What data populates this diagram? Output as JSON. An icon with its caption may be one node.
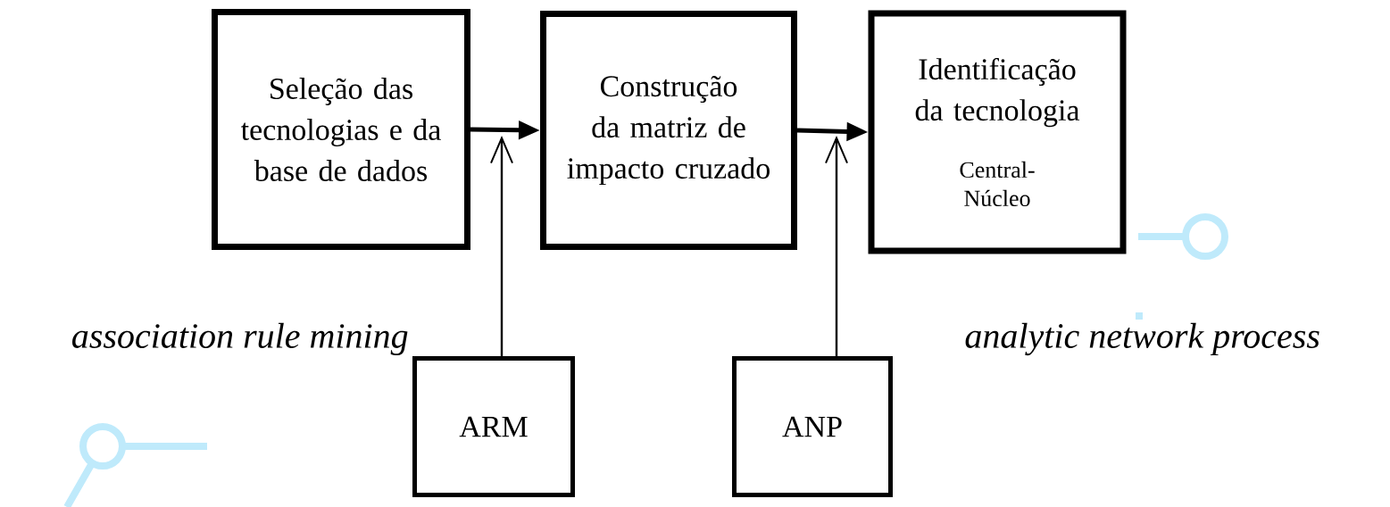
{
  "diagram": {
    "nodes": [
      {
        "text": [
          "Seleção das tecnologias e da base de dados"
        ]
      },
      {
        "text": [
          "Construção da matriz de impacto cruzado"
        ]
      },
      {
        "text": [
          "Identificação da tecnologia",
          "Central- Núcleo"
        ]
      },
      {
        "text": [
          "ARM"
        ],
        "beside": [
          "association rule mining"
        ]
      },
      {
        "text": [
          "ANP"
        ],
        "beside": [
          "analytic network process"
        ]
      }
    ],
    "edges": [
      {
        "from": 0,
        "to": 1,
        "arrow": "to",
        "style": "thick"
      },
      {
        "from": 1,
        "to": 2,
        "arrow": "to",
        "style": "thick"
      },
      {
        "from": 3,
        "to": null,
        "arrow": "to"
      },
      {
        "from": 4,
        "to": null,
        "arrow": "to"
      }
    ]
  }
}
